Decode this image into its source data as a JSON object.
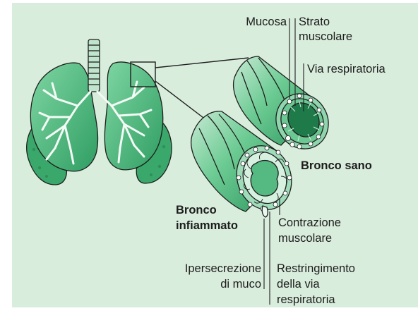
{
  "labels": {
    "mucosa": "Mucosa",
    "muscle_layer": "Strato\nmuscolare",
    "airway": "Via respiratoria",
    "healthy_bronchus": "Bronco sano",
    "inflamed_bronchus": "Bronco\ninfiammato",
    "muscle_contraction": "Contrazione\nmuscolare",
    "mucus_hypersecretion": "Ipersecrezione\ndi muco",
    "airway_narrowing": "Restringimento\ndella via\nrespiratoria"
  },
  "colors": {
    "panel_background": "#d9eddc",
    "lung_fill": "#4bbf7e",
    "tissue_light": "#a9dfbf",
    "tissue_dark": "#1f7a4a",
    "outline": "#1e1e1e"
  }
}
